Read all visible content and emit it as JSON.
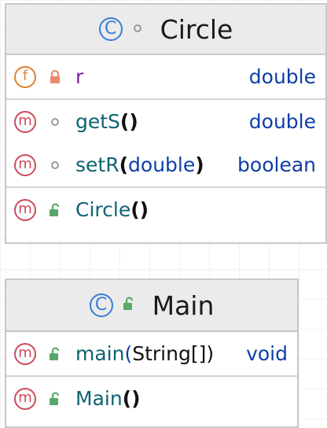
{
  "classes": [
    {
      "name": "Circle",
      "fields": [
        {
          "kind_icon": "f",
          "name": "r",
          "type": "double"
        }
      ],
      "methods": [
        {
          "kind_icon": "m",
          "name": "getS",
          "open": "(",
          "params": "",
          "close": ")",
          "type": "double"
        },
        {
          "kind_icon": "m",
          "name": "setR",
          "open": "(",
          "params": "double",
          "close": ")",
          "type": "boolean"
        }
      ],
      "constructors": [
        {
          "kind_icon": "m",
          "name": "Circle",
          "open": "(",
          "params": "",
          "close": ")"
        }
      ]
    },
    {
      "name": "Main",
      "methods": [
        {
          "kind_icon": "m",
          "name": "main",
          "open": "(",
          "params": "String[]",
          "close": ")",
          "type": "void"
        }
      ],
      "constructors": [
        {
          "kind_icon": "m",
          "name": "Main",
          "open": "(",
          "params": "",
          "close": ")"
        }
      ]
    }
  ],
  "icons": {
    "class_icon": "C",
    "class_icon_name": "class-icon",
    "field_icon_name": "field-icon",
    "method_icon_name": "method-icon",
    "package_private_icon_name": "package-private-icon",
    "private_icon_name": "lock-icon",
    "public_icon_name": "unlock-icon"
  },
  "colors": {
    "class_icon": "#3a7dd8",
    "field_icon": "#e0822c",
    "method_icon": "#cc4b5c",
    "member_name": "#0e6373",
    "field_name": "#7a1fa2",
    "type": "#0f3ea8",
    "public_lock": "#59a869",
    "private_lock": "#e98b6b"
  }
}
